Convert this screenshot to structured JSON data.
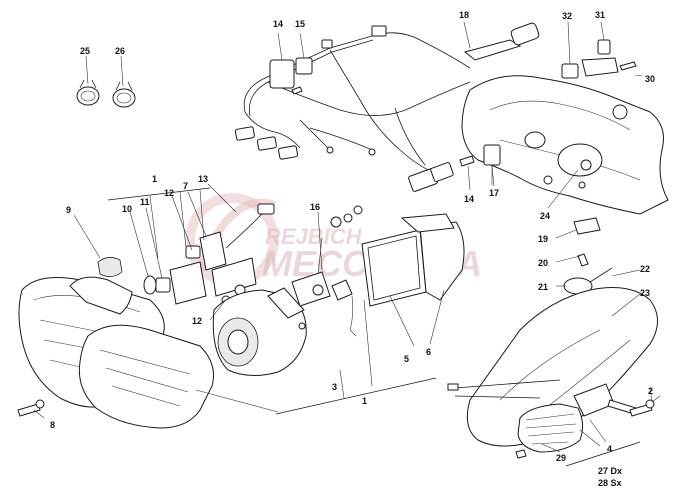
{
  "watermark": {
    "line1": "REJBICH",
    "line2": "MECCANICA",
    "color": "#c0262d"
  },
  "callouts": [
    {
      "id": "c25",
      "text": "25"
    },
    {
      "id": "c26",
      "text": "26"
    },
    {
      "id": "c14a",
      "text": "14"
    },
    {
      "id": "c15",
      "text": "15"
    },
    {
      "id": "c18",
      "text": "18"
    },
    {
      "id": "c32",
      "text": "32"
    },
    {
      "id": "c31",
      "text": "31"
    },
    {
      "id": "c30",
      "text": "30"
    },
    {
      "id": "c1a",
      "text": "1"
    },
    {
      "id": "c9",
      "text": "9"
    },
    {
      "id": "c10",
      "text": "10"
    },
    {
      "id": "c11",
      "text": "11"
    },
    {
      "id": "c12a",
      "text": "12"
    },
    {
      "id": "c7",
      "text": "7"
    },
    {
      "id": "c13",
      "text": "13"
    },
    {
      "id": "c16",
      "text": "16"
    },
    {
      "id": "c14b",
      "text": "14"
    },
    {
      "id": "c17",
      "text": "17"
    },
    {
      "id": "c24",
      "text": "24"
    },
    {
      "id": "c19",
      "text": "19"
    },
    {
      "id": "c20",
      "text": "20"
    },
    {
      "id": "c21",
      "text": "21"
    },
    {
      "id": "c22",
      "text": "22"
    },
    {
      "id": "c23",
      "text": "23"
    },
    {
      "id": "c12b",
      "text": "12"
    },
    {
      "id": "c3",
      "text": "3"
    },
    {
      "id": "c5",
      "text": "5"
    },
    {
      "id": "c6",
      "text": "6"
    },
    {
      "id": "c1b",
      "text": "1"
    },
    {
      "id": "c8",
      "text": "8"
    },
    {
      "id": "c2",
      "text": "2"
    },
    {
      "id": "c4",
      "text": "4"
    },
    {
      "id": "c29",
      "text": "29"
    },
    {
      "id": "c27",
      "text": "27 Dx"
    },
    {
      "id": "c28",
      "text": "28 Sx"
    }
  ]
}
